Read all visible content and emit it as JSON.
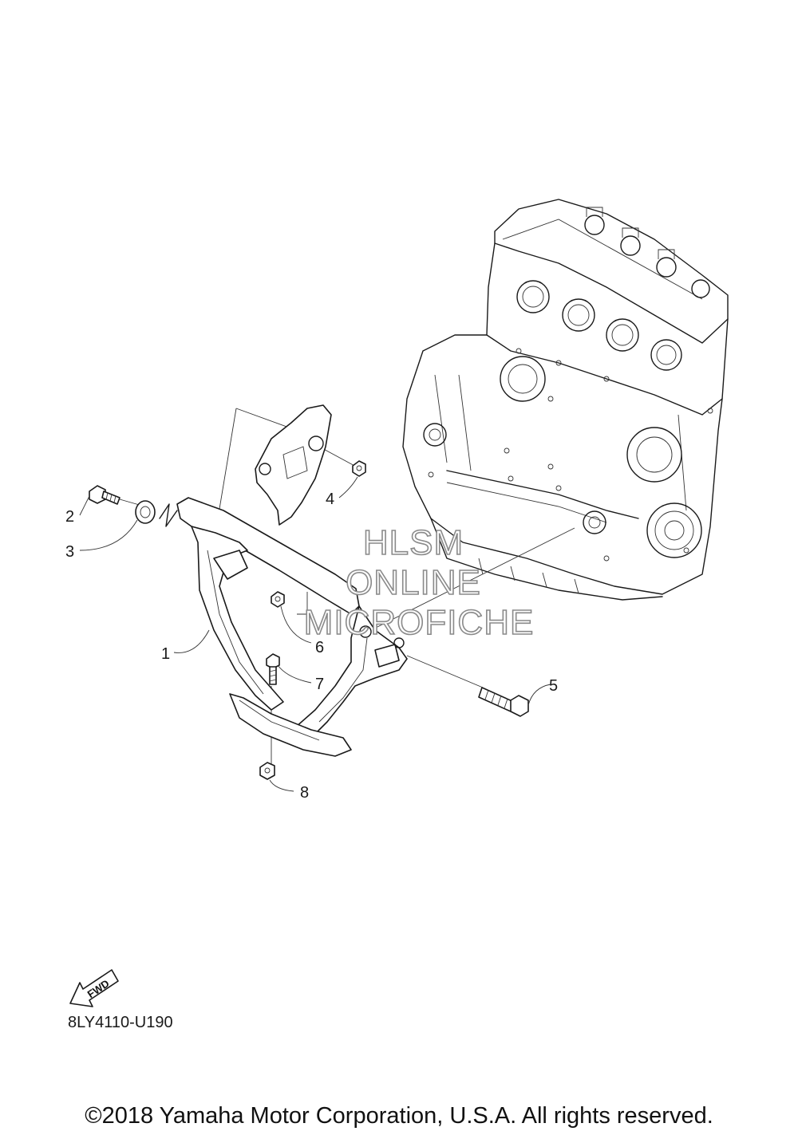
{
  "callouts": [
    {
      "id": "1",
      "label": "1"
    },
    {
      "id": "2",
      "label": "2"
    },
    {
      "id": "3",
      "label": "3"
    },
    {
      "id": "4",
      "label": "4"
    },
    {
      "id": "5",
      "label": "5"
    },
    {
      "id": "6",
      "label": "6"
    },
    {
      "id": "7",
      "label": "7"
    },
    {
      "id": "8",
      "label": "8"
    }
  ],
  "watermark": {
    "line1": "HLSM",
    "line2": "ONLINE",
    "line3": "MICROFICHE"
  },
  "direction_marker": {
    "label": "FWD"
  },
  "diagram_code": "8LY4110-U190",
  "copyright": "©2018 Yamaha Motor Corporation, U.S.A. All rights reserved."
}
